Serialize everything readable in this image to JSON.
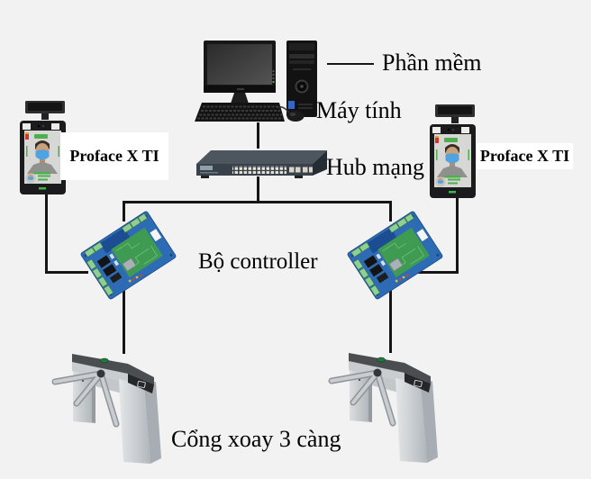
{
  "diagram": {
    "background_color": "#f2f2f2",
    "connector_color": "#161616",
    "labels": {
      "software": "Phần mềm",
      "computer": "Máy tính",
      "hub": "Hub mạng",
      "reader_left": "Proface X TI",
      "reader_right": "Proface X TI",
      "controller": "Bộ controller",
      "turnstile": "Cổng xoay 3 càng"
    },
    "nodes": [
      {
        "id": "computer",
        "type": "desktop-computer",
        "label": "Máy tính"
      },
      {
        "id": "software",
        "type": "callout-label",
        "label": "Phần mềm"
      },
      {
        "id": "hub",
        "type": "network-switch",
        "label": "Hub mạng"
      },
      {
        "id": "reader-left",
        "type": "face-recognition-terminal",
        "label": "Proface X TI"
      },
      {
        "id": "reader-right",
        "type": "face-recognition-terminal",
        "label": "Proface X TI"
      },
      {
        "id": "controller-left",
        "type": "access-control-board",
        "label": "Bộ controller"
      },
      {
        "id": "controller-right",
        "type": "access-control-board",
        "label": "Bộ controller"
      },
      {
        "id": "turnstile-left",
        "type": "tripod-turnstile",
        "label": "Cổng xoay 3 càng"
      },
      {
        "id": "turnstile-right",
        "type": "tripod-turnstile",
        "label": "Cổng xoay 3 càng"
      }
    ],
    "connections": [
      {
        "from": "computer",
        "to": "software"
      },
      {
        "from": "computer",
        "to": "hub"
      },
      {
        "from": "hub",
        "to": "controller-left"
      },
      {
        "from": "hub",
        "to": "controller-right"
      },
      {
        "from": "reader-left",
        "to": "controller-left"
      },
      {
        "from": "reader-right",
        "to": "controller-right"
      },
      {
        "from": "controller-left",
        "to": "turnstile-left"
      },
      {
        "from": "controller-right",
        "to": "turnstile-right"
      }
    ]
  }
}
